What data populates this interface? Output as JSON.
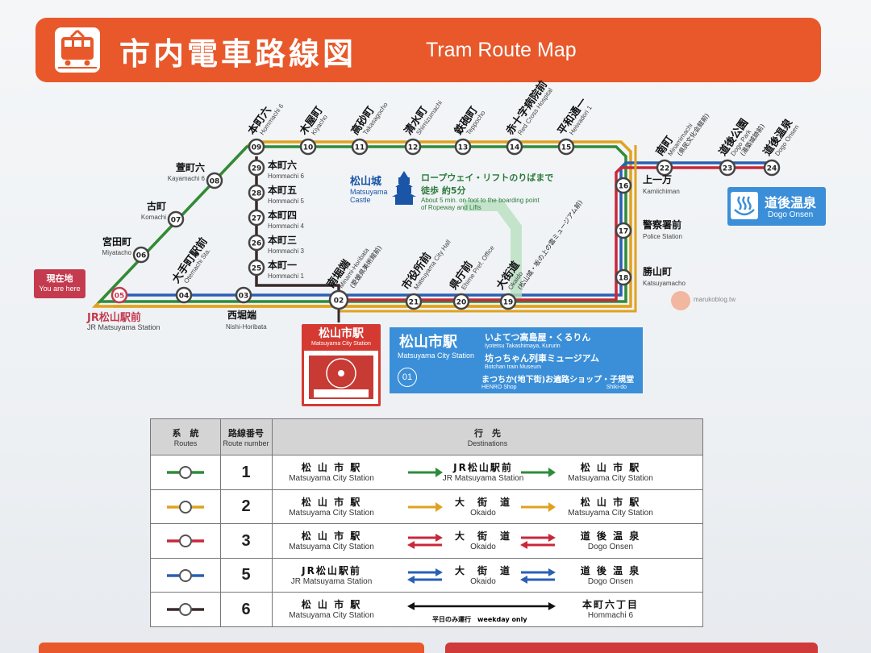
{
  "header": {
    "title_jp": "市内電車路線図",
    "title_en": "Tram Route Map"
  },
  "colors": {
    "header": "#e8582a",
    "route1": "#2e8b3a",
    "route2": "#e0a21e",
    "route3": "#c8283a",
    "route5": "#2b5fb3",
    "route6": "#3a2a2a",
    "station_ring": "#444444",
    "info_blue": "#3b8fd8",
    "you_are_here": "#c43a4e"
  },
  "stations": [
    {
      "num": "09",
      "jp": "本町六",
      "en": "Hommachi 6"
    },
    {
      "num": "10",
      "jp": "木屋町",
      "en": "Kiyacho"
    },
    {
      "num": "11",
      "jp": "高砂町",
      "en": "Takasagocho"
    },
    {
      "num": "12",
      "jp": "清水町",
      "en": "Shimizumachi"
    },
    {
      "num": "13",
      "jp": "鉄砲町",
      "en": "Teppocho"
    },
    {
      "num": "14",
      "jp": "赤十字病院前",
      "en": "Red Cross Hospital"
    },
    {
      "num": "15",
      "jp": "平和通一",
      "en": "Heiwadori 1"
    },
    {
      "num": "08",
      "jp": "萱町六",
      "en": "Kayamachi 6"
    },
    {
      "num": "07",
      "jp": "古町",
      "en": "Komachi"
    },
    {
      "num": "06",
      "jp": "宮田町",
      "en": "Miyatacho"
    },
    {
      "num": "05",
      "jp": "JR松山駅前",
      "en": "JR Matsuyama Station"
    },
    {
      "num": "04",
      "jp": "大手町駅前",
      "en": "Otemachi Sta."
    },
    {
      "num": "03",
      "jp": "西堀端",
      "en": "Nishi-Horibata"
    },
    {
      "num": "02",
      "jp": "南堀端",
      "en": "Minami-Horibata"
    },
    {
      "num": "21",
      "jp": "市役所前",
      "en": "Matsuyama City Hall"
    },
    {
      "num": "20",
      "jp": "県庁前",
      "en": "Ehime Pref. Office"
    },
    {
      "num": "19",
      "jp": "大街道",
      "en": "Okaido"
    },
    {
      "num": "18",
      "jp": "勝山町",
      "en": "Katsuyamacho"
    },
    {
      "num": "17",
      "jp": "警察署前",
      "en": "Police Station"
    },
    {
      "num": "16",
      "jp": "上一万",
      "en": "Kamiichiman"
    },
    {
      "num": "22",
      "jp": "南町",
      "en": "Minamimachi"
    },
    {
      "num": "23",
      "jp": "道後公園",
      "en": "Dogo Park"
    },
    {
      "num": "24",
      "jp": "道後温泉",
      "en": "Dogo Onsen"
    },
    {
      "num": "29",
      "jp": "本町六",
      "en": "Hommachi 6"
    },
    {
      "num": "28",
      "jp": "本町五",
      "en": "Hommachi 5"
    },
    {
      "num": "27",
      "jp": "本町四",
      "en": "Hommachi 4"
    },
    {
      "num": "26",
      "jp": "本町三",
      "en": "Hommachi 3"
    },
    {
      "num": "25",
      "jp": "本町一",
      "en": "Hommachi 1"
    },
    {
      "num": "01",
      "jp": "松山市駅",
      "en": "Matsuyama City Station"
    }
  ],
  "notes": {
    "station_02_sub": "(愛媛県美術館前)",
    "station_19_sub": "(松山城・坂の上の雲ミュージアム前)",
    "station_22_sub": "(県民文化会館前)",
    "station_23_sub": "(湯築城跡前)",
    "you_are_here_jp": "現在地",
    "you_are_here_en": "You are here",
    "castle_jp": "松山城",
    "castle_en": "Matsuyama Castle",
    "ropeway_jp": "ロープウェイ・リフトのりばまで",
    "ropeway_jp2": "徒歩 約5分",
    "ropeway_en": "About 5 min. on foot to the boarding point",
    "ropeway_en2": "of Ropeway and Lifts",
    "dogo_box_jp": "道後温泉",
    "dogo_box_en": "Dogo Onsen",
    "city_station_box_jp": "松山市駅",
    "city_station_box_en": "Matsuyama City Station",
    "info_jp": "松山市駅",
    "info_en": "Matsuyama City Station",
    "info_num": "01",
    "info_1_jp": "いよてつ高島屋・くるりん",
    "info_1_en": "Iyotetsu Takashimaya, Kururin",
    "info_2_jp": "坊っちゃん列車ミュージアム",
    "info_2_en": "Botchan train Museum",
    "info_3_jp": "まつちか(地下街)お遍路ショップ・子規堂",
    "info_3_en": "HENRO Shop",
    "info_3_en2": "Shiki-do",
    "watermark": "marukoblog.tw"
  },
  "table": {
    "headers": {
      "routes_jp": "系　統",
      "routes_en": "Routes",
      "num_jp": "路線番号",
      "num_en": "Route number",
      "dest_jp": "行　先",
      "dest_en": "Destinations"
    },
    "rows": [
      {
        "number": "1",
        "color": "#2e8b3a",
        "from_jp": "松 山 市 駅",
        "from_en": "Matsuyama City Station",
        "mid_jp": "JR松山駅前",
        "mid_en": "JR Matsuyama Station",
        "to_jp": "松 山 市 駅",
        "to_en": "Matsuyama City Station",
        "arrows": "one-way"
      },
      {
        "number": "2",
        "color": "#e0a21e",
        "from_jp": "松 山 市 駅",
        "from_en": "Matsuyama City Station",
        "mid_jp": "大　街　道",
        "mid_en": "Okaido",
        "to_jp": "松 山 市 駅",
        "to_en": "Matsuyama City Station",
        "arrows": "one-way"
      },
      {
        "number": "3",
        "color": "#c8283a",
        "from_jp": "松 山 市 駅",
        "from_en": "Matsuyama City Station",
        "mid_jp": "大　街　道",
        "mid_en": "Okaido",
        "to_jp": "道 後 温 泉",
        "to_en": "Dogo Onsen",
        "arrows": "both"
      },
      {
        "number": "5",
        "color": "#2b5fb3",
        "from_jp": "JR松山駅前",
        "from_en": "JR Matsuyama Station",
        "mid_jp": "大　街　道",
        "mid_en": "Okaido",
        "to_jp": "道 後 温 泉",
        "to_en": "Dogo Onsen",
        "arrows": "both"
      },
      {
        "number": "6",
        "color": "#3a2a2a",
        "from_jp": "松 山 市 駅",
        "from_en": "Matsuyama City Station",
        "mid_jp": "",
        "mid_en": "",
        "to_jp": "本町六丁目",
        "to_en": "Hommachi 6",
        "arrows": "long",
        "note": "平日のみ運行　weekday only"
      }
    ]
  }
}
